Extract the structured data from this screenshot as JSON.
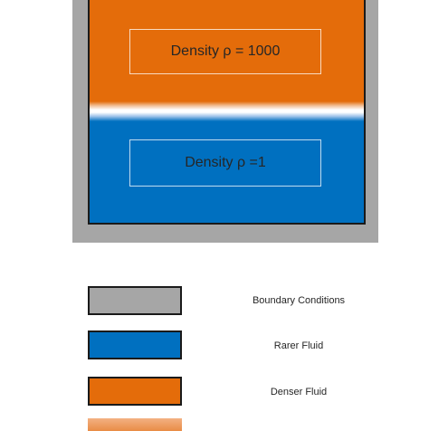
{
  "diagram": {
    "denser_label": "Density ρ = 1000",
    "rarer_label": "Density ρ =1"
  },
  "legend": {
    "items": [
      {
        "label": "Boundary Conditions",
        "color": "#a6a6a6"
      },
      {
        "label": "Rarer Fluid",
        "color": "#0070c0"
      },
      {
        "label": "Denser Fluid",
        "color": "#e46c0a"
      }
    ],
    "interface_color": "#f3b183"
  }
}
